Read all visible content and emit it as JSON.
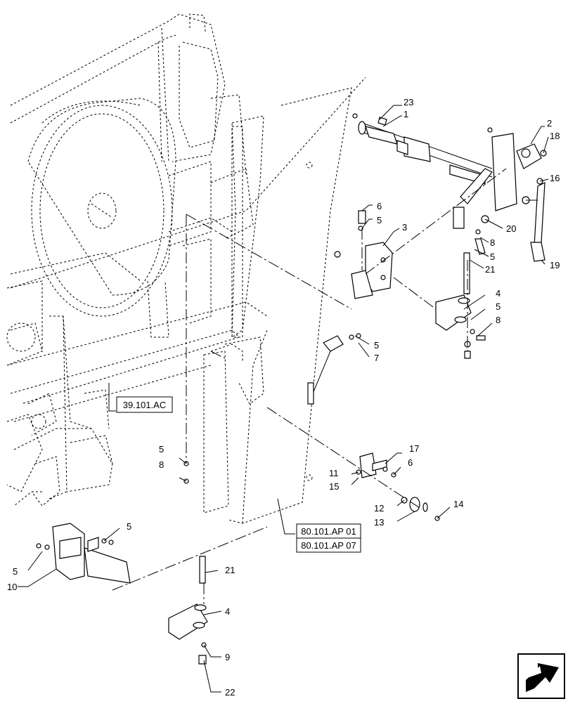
{
  "diagram": {
    "callouts": [
      "23",
      "1",
      "2",
      "18",
      "16",
      "20",
      "6",
      "5",
      "3",
      "8",
      "5",
      "21",
      "19",
      "4",
      "5",
      "8",
      "5",
      "7",
      "17",
      "6",
      "11",
      "15",
      "12",
      "14",
      "13",
      "5",
      "8",
      "5",
      "5",
      "10",
      "21",
      "4",
      "9",
      "22"
    ],
    "references": [
      "39.101.AC",
      "80.101.AP 01",
      "80.101.AP 07"
    ]
  },
  "nav": {
    "next_icon": "arrow-icon"
  }
}
